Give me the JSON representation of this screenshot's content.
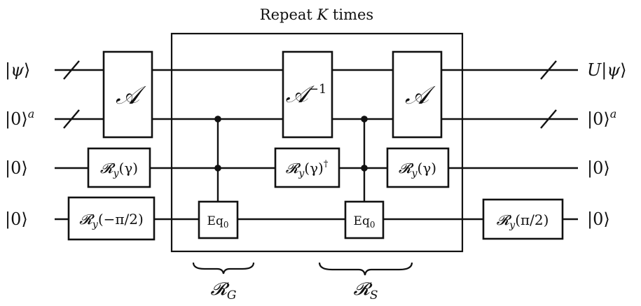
{
  "title": {
    "prefix": "Repeat ",
    "var": "K",
    "suffix": " times"
  },
  "inputs": [
    {
      "ket": "ψ",
      "sup": ""
    },
    {
      "ket": "0",
      "sup": "a"
    },
    {
      "ket": "0",
      "sup": ""
    },
    {
      "ket": "0",
      "sup": ""
    }
  ],
  "outputs": [
    {
      "prefix": "U",
      "ket": "ψ",
      "sup": ""
    },
    {
      "prefix": "",
      "ket": "0",
      "sup": "a"
    },
    {
      "prefix": "",
      "ket": "0",
      "sup": ""
    },
    {
      "prefix": "",
      "ket": "0",
      "sup": ""
    }
  ],
  "gates": {
    "A_first": {
      "name": "𝒜"
    },
    "Ry_gamma_1": {
      "name": "𝓡",
      "sub": "y",
      "arg": "(γ)"
    },
    "Ry_neg_pi2": {
      "name": "𝓡",
      "sub": "y",
      "arg": "(−π/2)"
    },
    "Eq0_1": {
      "name": "Eq",
      "sub": "0"
    },
    "A_inverse": {
      "name": "𝒜",
      "sup": "−1"
    },
    "Ry_gamma_dag": {
      "name": "𝓡",
      "sub": "y",
      "arg": "(γ)",
      "sup": "†"
    },
    "Eq0_2": {
      "name": "Eq",
      "sub": "0"
    },
    "A_second": {
      "name": "𝒜"
    },
    "Ry_gamma_2": {
      "name": "𝓡",
      "sub": "y",
      "arg": "(γ)"
    },
    "Ry_pi2": {
      "name": "𝓡",
      "sub": "y",
      "arg": "(π/2)"
    }
  },
  "braces": {
    "RG": {
      "name": "𝓡",
      "sub": "G"
    },
    "RS": {
      "name": "𝓡",
      "sub": "S"
    }
  }
}
